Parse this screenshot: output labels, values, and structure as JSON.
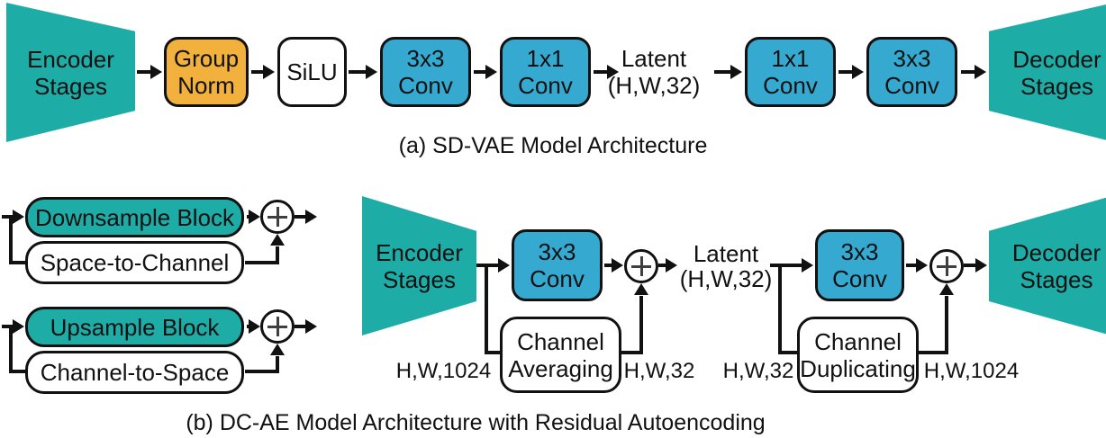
{
  "colors": {
    "teal": "#1EACA7",
    "orange": "#F1B13C",
    "blue": "#36A9D1",
    "line": "#111111",
    "plus_stroke": "#3F3F3F"
  },
  "panel_a": {
    "caption": "(a) SD-VAE Model Architecture",
    "encoder_label": "Encoder\nStages",
    "group_norm_label": "Group\nNorm",
    "silu_label": "SiLU",
    "conv3_enc_label": "3x3\nConv",
    "conv1_enc_label": "1x1\nConv",
    "latent_label": "Latent\n(H,W,32)",
    "conv1_dec_label": "1x1\nConv",
    "conv3_dec_label": "3x3\nConv",
    "decoder_label": "Decoder\nStages"
  },
  "panel_b": {
    "caption": "(b) DC-AE Model Architecture with Residual Autoencoding",
    "legend": {
      "downsample_label": "Downsample Block",
      "space_to_channel_label": "Space-to-Channel",
      "upsample_label": "Upsample Block",
      "channel_to_space_label": "Channel-to-Space"
    },
    "encoder_label": "Encoder\nStages",
    "conv3_enc_label": "3x3\nConv",
    "channel_averaging_label": "Channel\nAveraging",
    "latent_label": "Latent\n(H,W,32)",
    "conv3_dec_label": "3x3\nConv",
    "channel_duplicating_label": "Channel\nDuplicating",
    "decoder_label": "Decoder\nStages",
    "dims": {
      "enc_in": "H,W,1024",
      "enc_out": "H,W,32",
      "dec_in": "H,W,32",
      "dec_out": "H,W,1024"
    }
  }
}
